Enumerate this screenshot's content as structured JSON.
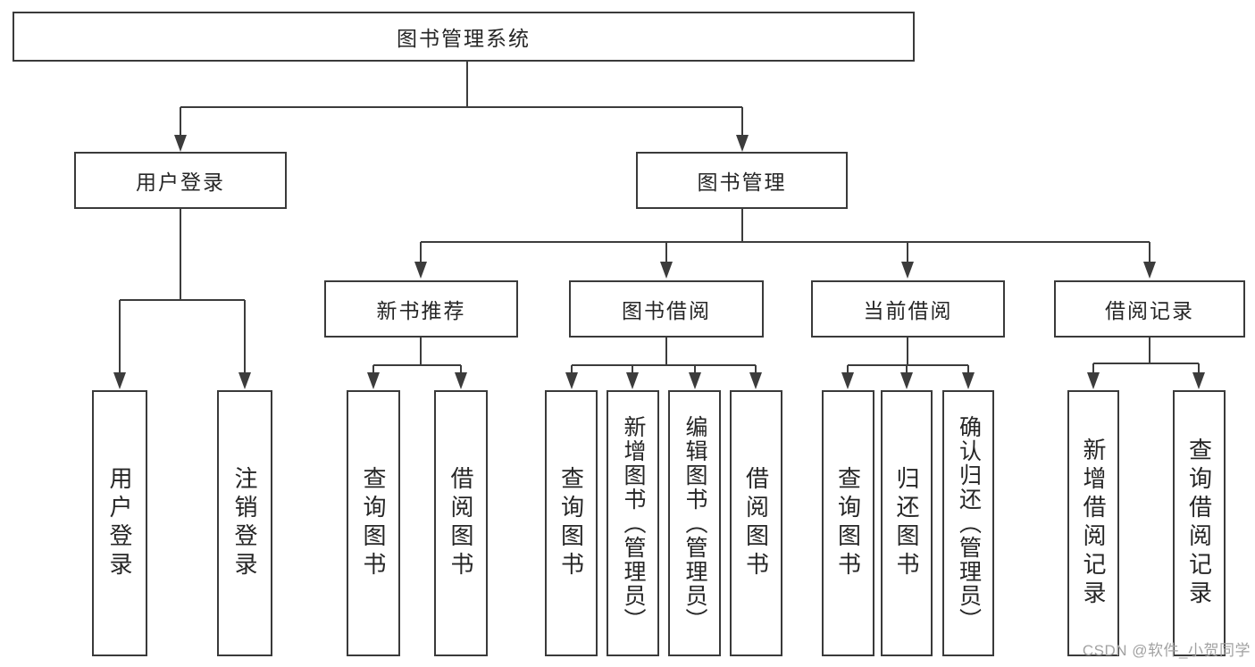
{
  "diagram": {
    "title": "图书管理系统",
    "root": {
      "label": "图书管理系统"
    },
    "level2": [
      {
        "label": "用户登录"
      },
      {
        "label": "图书管理"
      }
    ],
    "level3": [
      {
        "label": "新书推荐",
        "parent": "图书管理"
      },
      {
        "label": "图书借阅",
        "parent": "图书管理"
      },
      {
        "label": "当前借阅",
        "parent": "图书管理"
      },
      {
        "label": "借阅记录",
        "parent": "图书管理"
      }
    ],
    "leaves": [
      {
        "label": "用户登录",
        "parent": "用户登录"
      },
      {
        "label": "注销登录",
        "parent": "用户登录"
      },
      {
        "label": "查询图书",
        "parent": "新书推荐"
      },
      {
        "label": "借阅图书",
        "parent": "新书推荐"
      },
      {
        "label": "查询图书",
        "parent": "图书借阅"
      },
      {
        "label": "新增图书（管理员）",
        "parent": "图书借阅"
      },
      {
        "label": "编辑图书（管理员）",
        "parent": "图书借阅"
      },
      {
        "label": "借阅图书",
        "parent": "图书借阅"
      },
      {
        "label": "查询图书",
        "parent": "当前借阅"
      },
      {
        "label": "归还图书",
        "parent": "当前借阅"
      },
      {
        "label": "确认归还（管理员）",
        "parent": "当前借阅"
      },
      {
        "label": "新增借阅记录",
        "parent": "借阅记录"
      },
      {
        "label": "查询借阅记录",
        "parent": "借阅记录"
      }
    ]
  },
  "watermark": {
    "text": "CSDN @软件_小贺同学"
  },
  "colors": {
    "line": "#3c3c3c",
    "box_border": "#3a3a3a",
    "box_fill": "#ffffff",
    "text": "#262626",
    "watermark": "#a2a2a2",
    "background": "#ffffff"
  }
}
